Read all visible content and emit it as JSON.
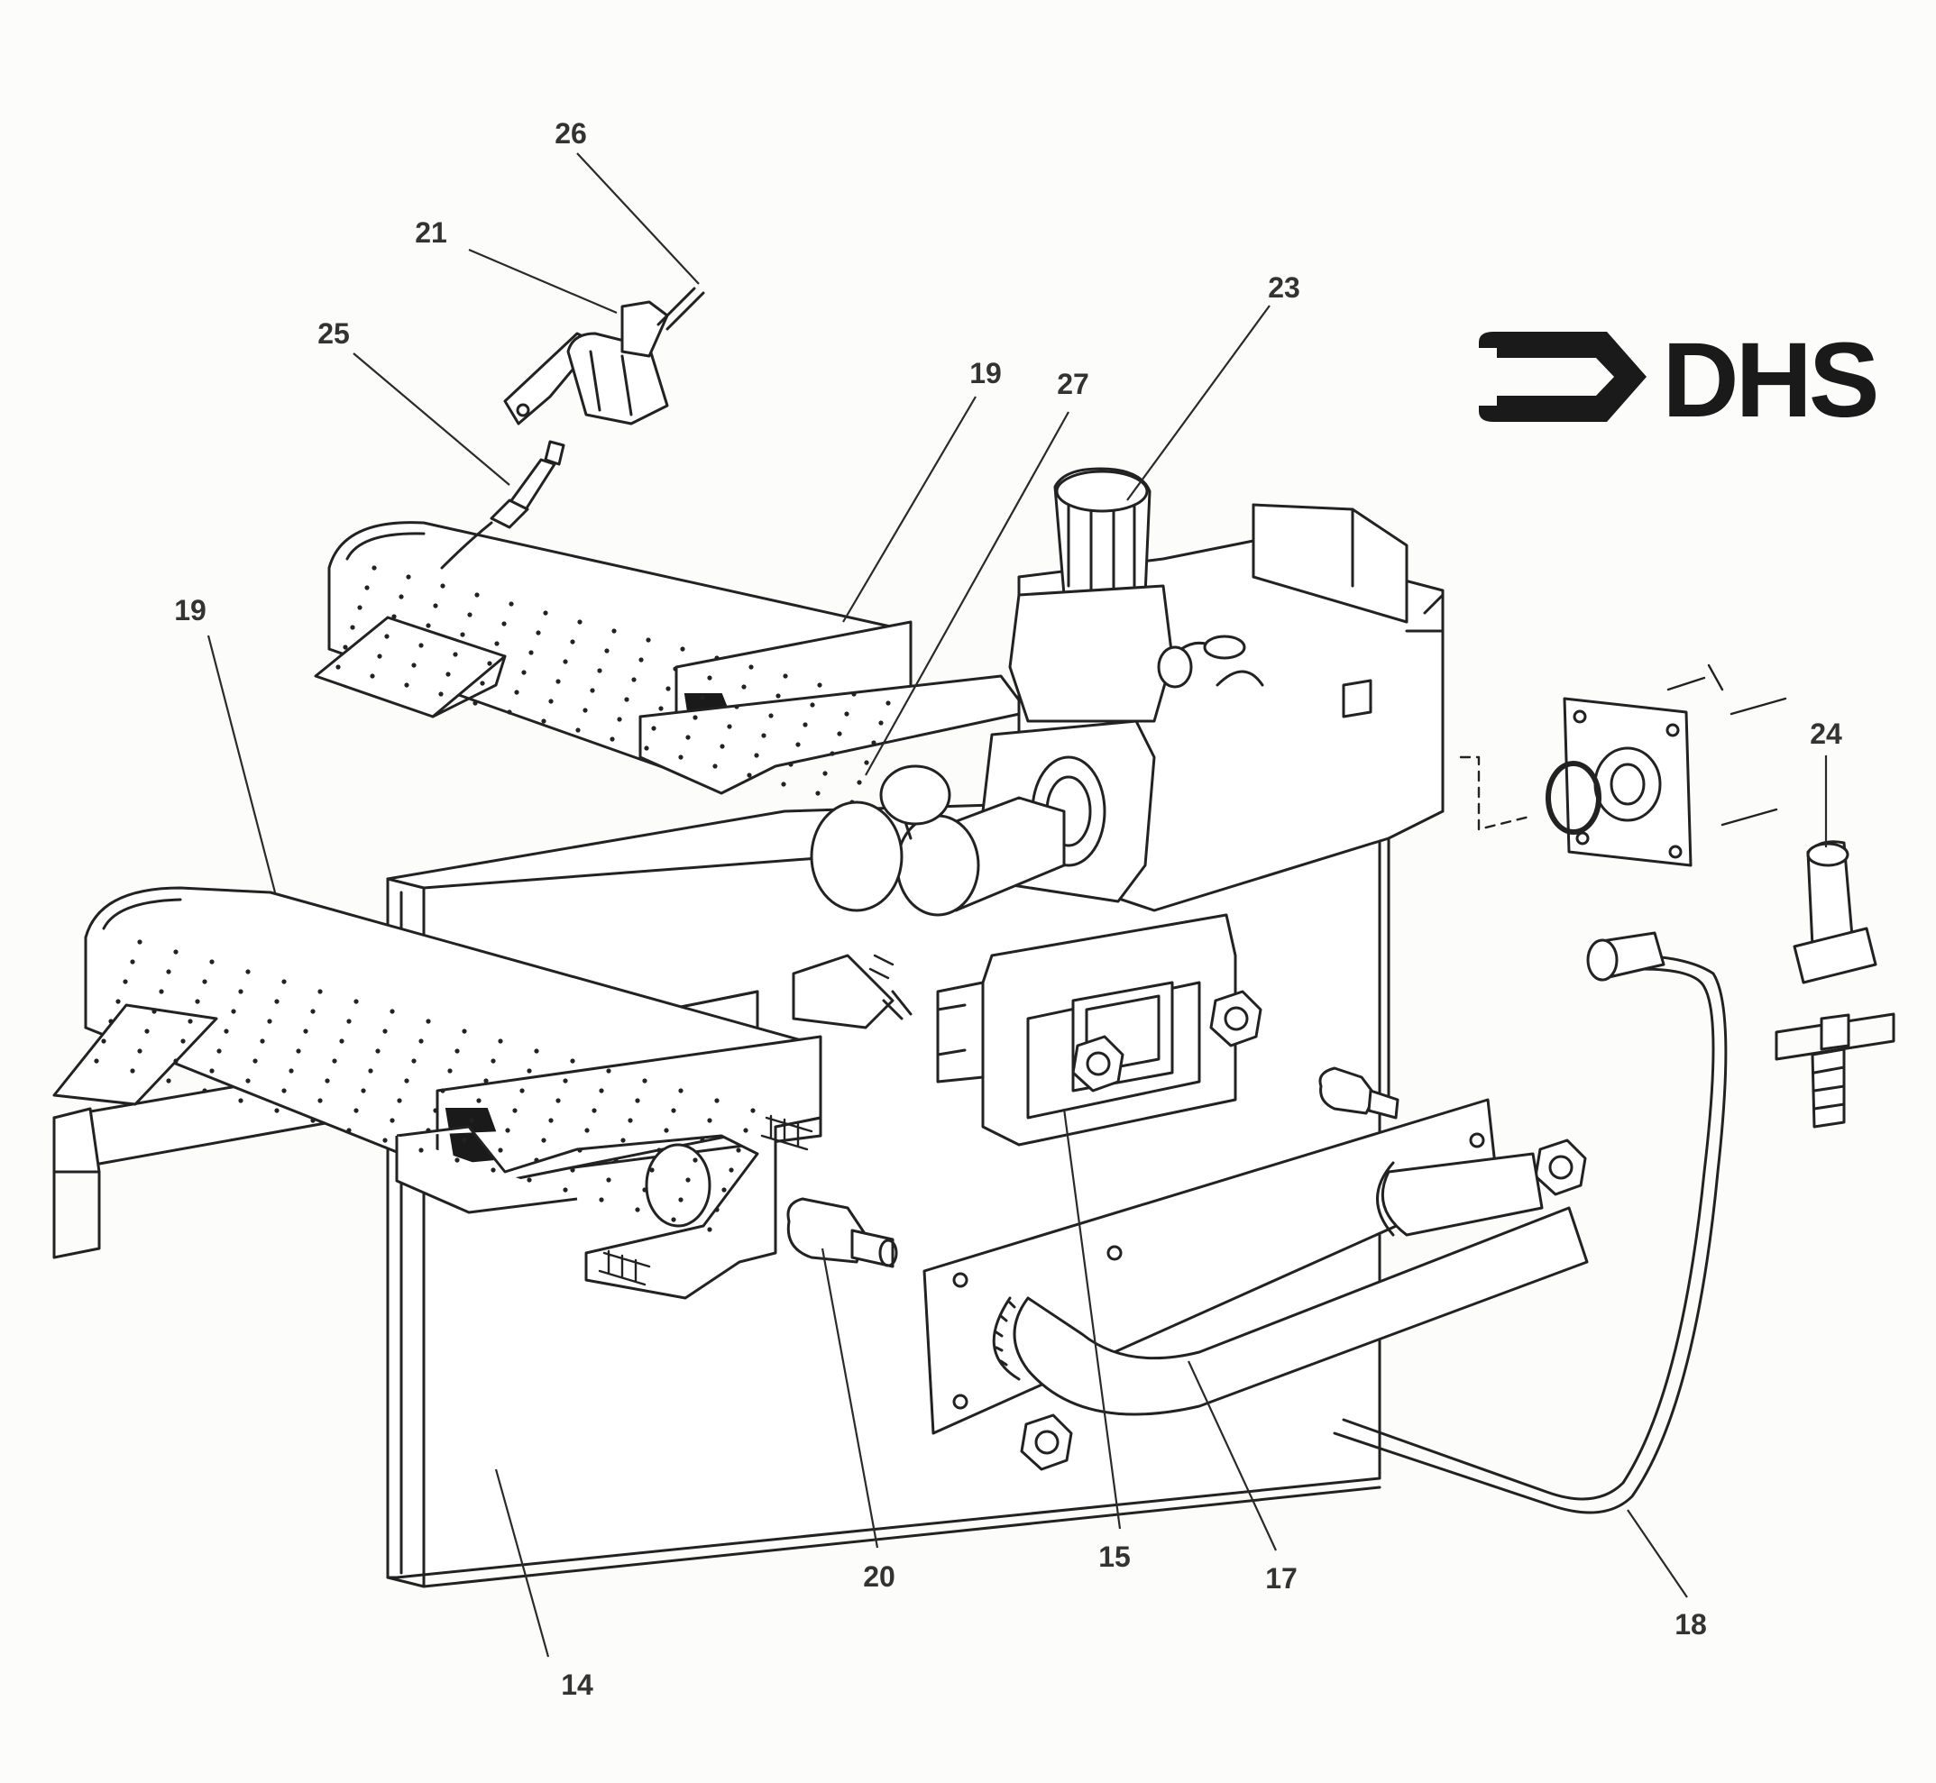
{
  "callouts": [
    {
      "id": "14",
      "label": "14"
    },
    {
      "id": "15",
      "label": "15"
    },
    {
      "id": "17",
      "label": "17"
    },
    {
      "id": "18",
      "label": "18"
    },
    {
      "id": "19a",
      "label": "19"
    },
    {
      "id": "19b",
      "label": "19"
    },
    {
      "id": "20",
      "label": "20"
    },
    {
      "id": "21",
      "label": "21"
    },
    {
      "id": "23",
      "label": "23"
    },
    {
      "id": "24",
      "label": "24"
    },
    {
      "id": "25",
      "label": "25"
    },
    {
      "id": "26",
      "label": "26"
    },
    {
      "id": "27",
      "label": "27"
    }
  ],
  "logo": {
    "text": "DHS"
  },
  "colors": {
    "ink": "#222222",
    "paper": "#fcfcfb",
    "logo": "#1a1a1a"
  }
}
